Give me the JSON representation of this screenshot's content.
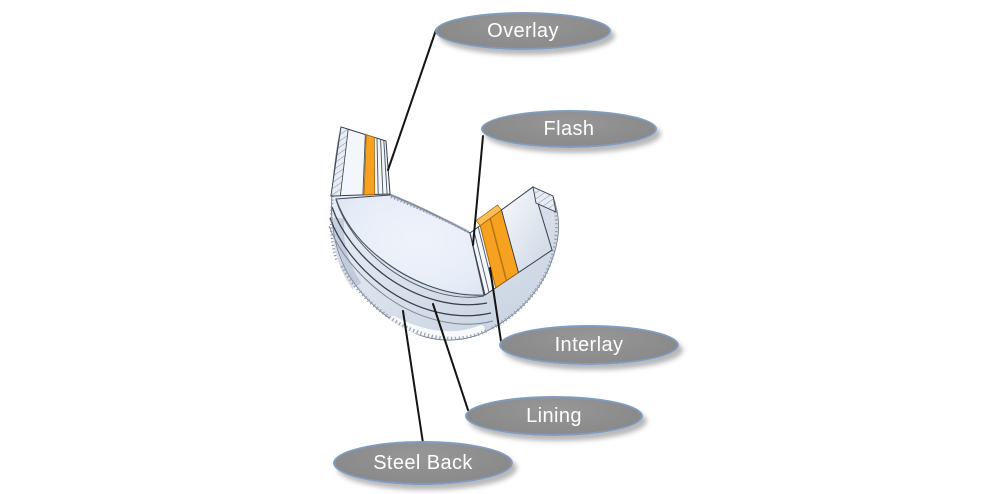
{
  "diagram": {
    "labels": {
      "overlay": "Overlay",
      "flash": "Flash",
      "interlay": "Interlay",
      "lining": "Lining",
      "steel_back": "Steel Back"
    },
    "colors": {
      "layer_highlight": "#F6A11F",
      "layer_highlight_top": "#FFBE55",
      "layer_highlight_edge": "#96640D",
      "leader_line": "#141414",
      "label_fill": "#8D8D8D",
      "label_border": "#7F9DC2",
      "label_text": "#FFFFFF",
      "steel_light": "#F2F5FA",
      "steel_shade": "#CDD6E4"
    }
  }
}
